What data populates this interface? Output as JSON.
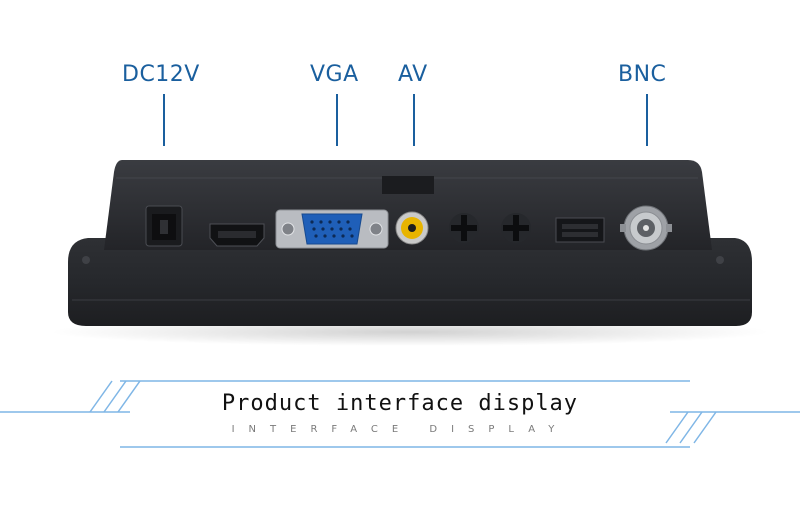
{
  "ports": [
    {
      "label": "DC12V"
    },
    {
      "label": "VGA"
    },
    {
      "label": "AV"
    },
    {
      "label": "BNC"
    }
  ],
  "caption": {
    "title": "Product interface display",
    "subtitle": "INTERFACE DISPLAY"
  },
  "colors": {
    "label_blue": "#1a5f9e",
    "line_blue": "#7fb6e6",
    "device_dark": "#2b2d31",
    "vga_blue": "#1f5fb8",
    "rca_yellow": "#e8b400"
  },
  "icons": [
    "dc-jack-icon",
    "hdmi-port-icon",
    "vga-port-icon",
    "rca-av-jack-icon",
    "speaker-grille-icon",
    "usb-port-icon",
    "bnc-connector-icon"
  ]
}
